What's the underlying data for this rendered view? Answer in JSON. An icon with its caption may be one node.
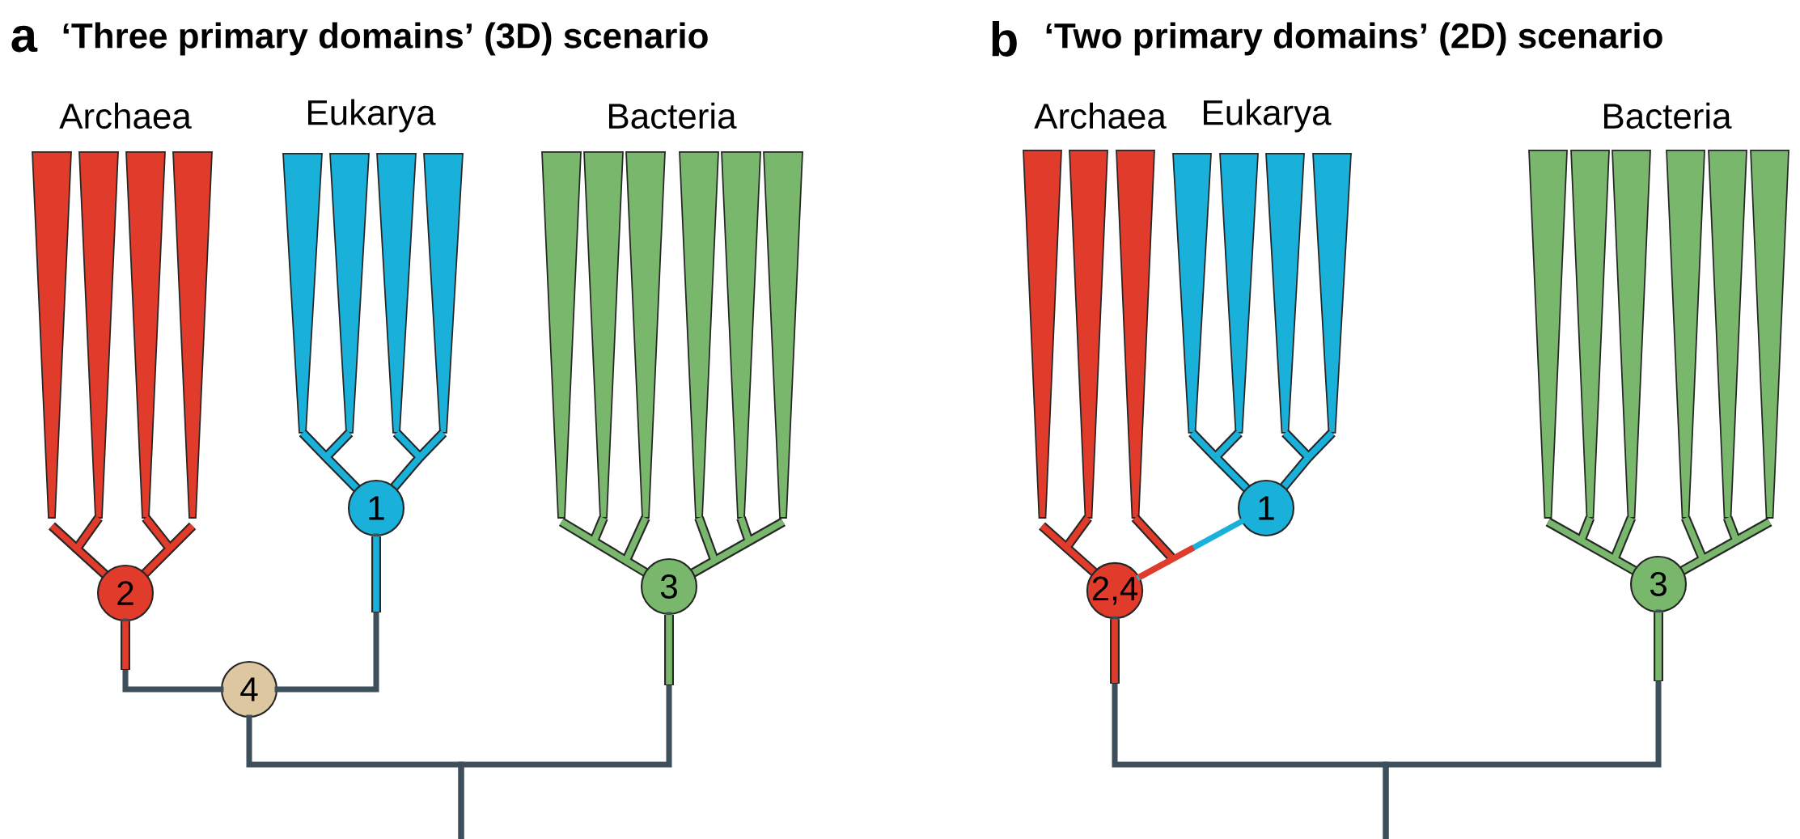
{
  "diagram": {
    "nodes": [
      {
        "text": [
          "1"
        ]
      },
      {
        "text": [
          "2"
        ]
      },
      {
        "text": [
          "3"
        ]
      },
      {
        "text": [
          "4"
        ]
      },
      {
        "text": [
          "1"
        ]
      },
      {
        "text": [
          "2,4"
        ]
      },
      {
        "text": [
          "3"
        ]
      }
    ],
    "edges": [
      {
        "from": 1,
        "to": 3,
        "arrow": "none"
      },
      {
        "from": 0,
        "to": 3,
        "arrow": "none"
      },
      {
        "from": 3,
        "to": null,
        "arrow": "none"
      },
      {
        "from": 2,
        "to": null,
        "arrow": "none"
      },
      {
        "from": 4,
        "to": 5,
        "arrow": "none",
        "color": "#19b0d9"
      },
      {
        "from": 5,
        "to": null,
        "arrow": "none"
      },
      {
        "from": 6,
        "to": null,
        "arrow": "none"
      }
    ],
    "labels": [
      "a",
      "‘Three primary domains’ (3D) scenario",
      "Archaea",
      "Eukarya",
      "Bacteria",
      "b",
      "‘Two primary domains’ (2D) scenario",
      "Archaea",
      "Eukarya",
      "Bacteria"
    ]
  }
}
